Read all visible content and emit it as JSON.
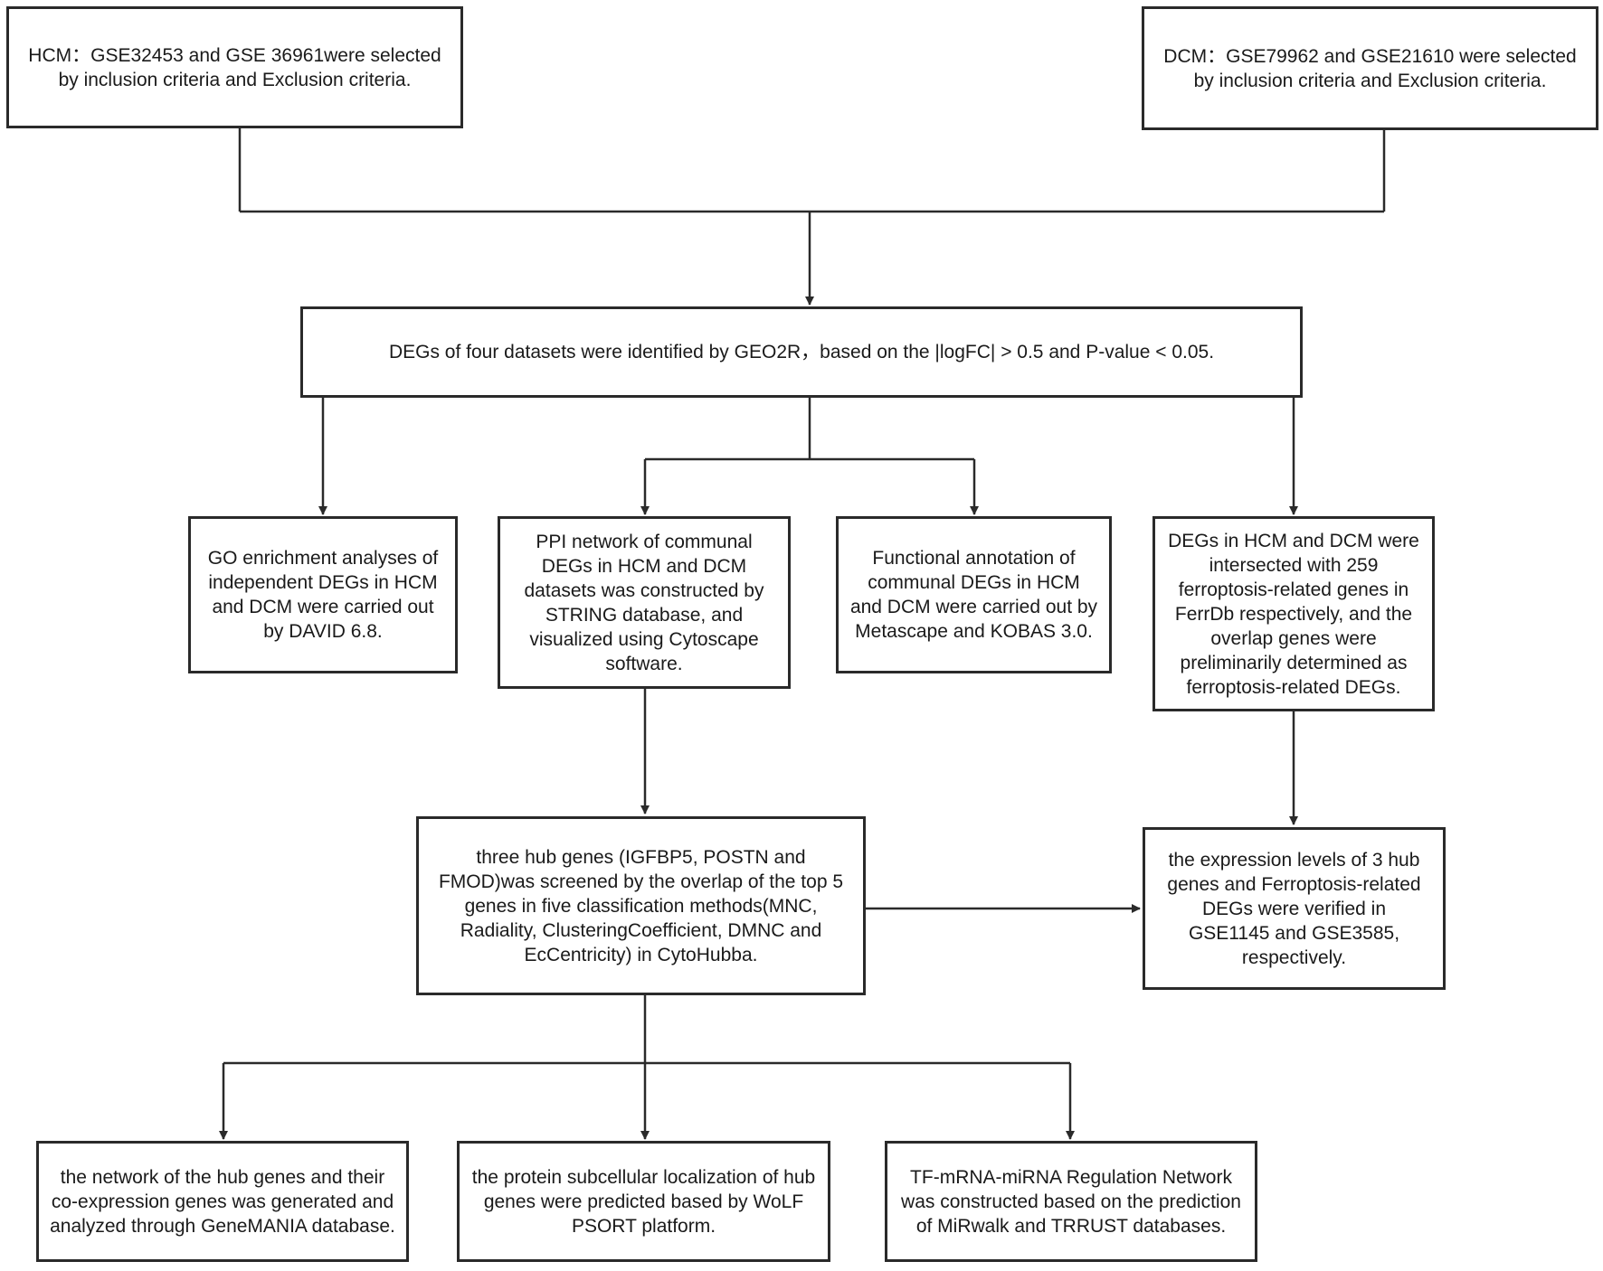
{
  "boxes": {
    "hcm": "HCM：GSE32453 and GSE 36961were selected by inclusion criteria and Exclusion criteria.",
    "dcm": "DCM：GSE79962 and GSE21610 were selected by inclusion criteria and Exclusion criteria.",
    "degs": "DEGs of four datasets were identified by GEO2R，based on the |logFC| > 0.5 and P-value < 0.05.",
    "go": "GO enrichment analyses of independent DEGs in HCM and DCM were carried out by DAVID 6.8.",
    "ppi": "PPI network of communal DEGs in HCM and DCM datasets was constructed by STRING database, and visualized using Cytoscape software.",
    "functional": "Functional annotation of communal DEGs in HCM and DCM were carried out by Metascape and KOBAS 3.0.",
    "ferroptosis": "DEGs in HCM and DCM were intersected with 259 ferroptosis-related genes in FerrDb respectively, and the overlap genes were preliminarily determined as ferroptosis-related DEGs.",
    "hub": "three hub genes (IGFBP5, POSTN and FMOD)was screened by the overlap of the top 5 genes in five classification methods(MNC, Radiality, ClusteringCoefficient, DMNC and EcCentricity) in CytoHubba.",
    "expression": "the expression levels of 3 hub genes and Ferroptosis-related DEGs were verified in GSE1145 and GSE3585, respectively.",
    "genemania": "the network of the hub genes and their co-expression genes was generated and analyzed through GeneMANIA database.",
    "wolf": "the protein subcellular localization of hub genes were predicted based by WoLF PSORT platform.",
    "tf": "TF-mRNA-miRNA Regulation Network was constructed based on the prediction of MiRwalk and TRRUST databases."
  },
  "colors": {
    "line": "#2a2a2a",
    "text": "#1a1a1a",
    "background": "#ffffff"
  }
}
